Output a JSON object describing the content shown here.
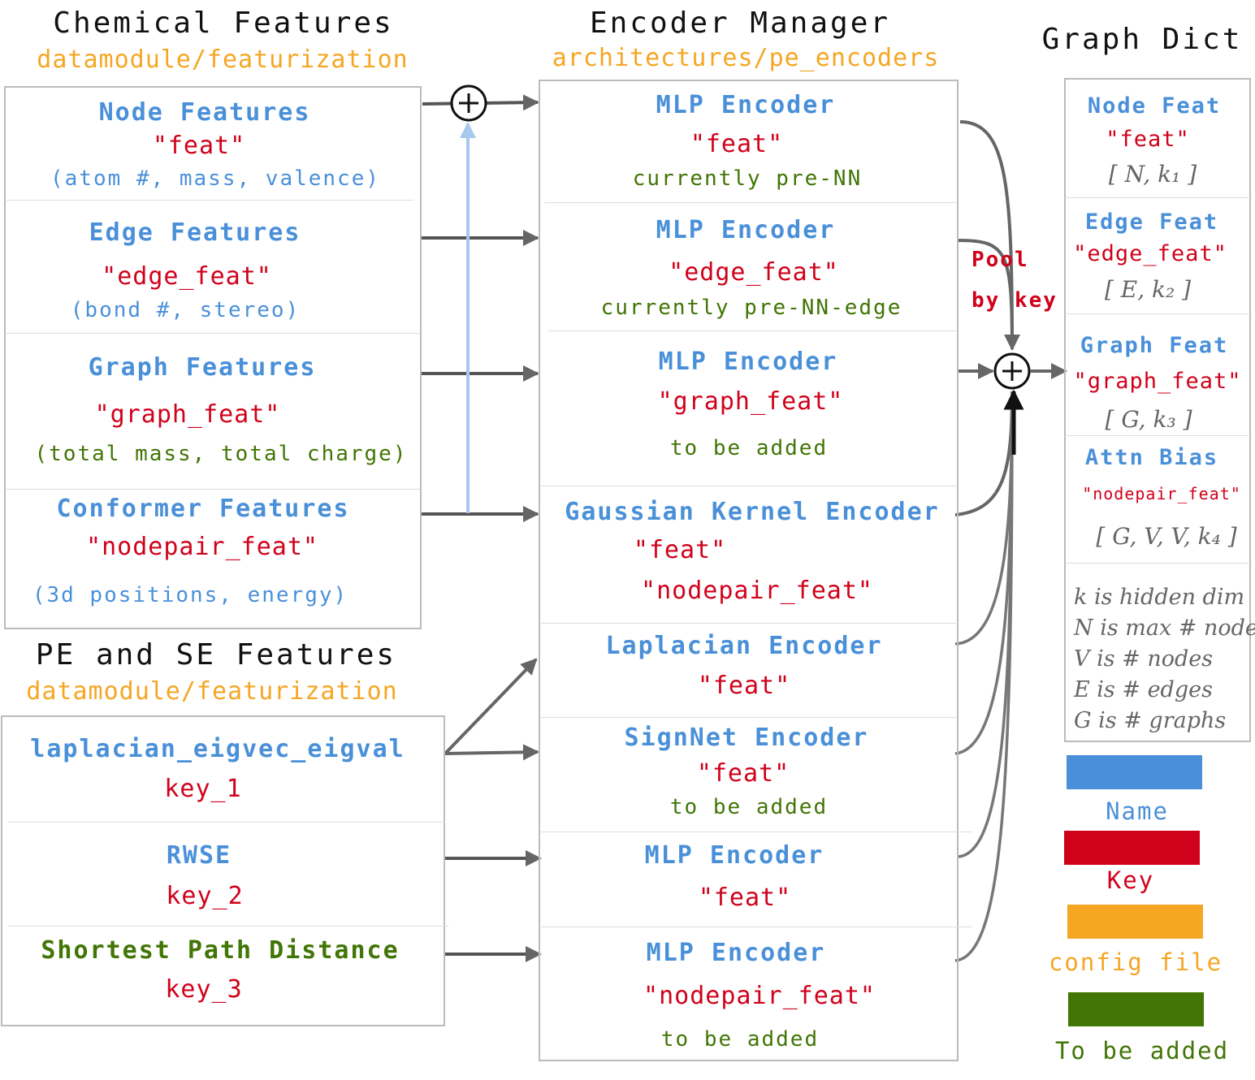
{
  "chemical": {
    "title": "Chemical Features",
    "config": "datamodule/featurization",
    "items": [
      {
        "name": "Node Features",
        "key": "\"feat\"",
        "desc": "(atom #, mass, valence)"
      },
      {
        "name": "Edge Features",
        "key": "\"edge_feat\"",
        "desc": "(bond #, stereo)"
      },
      {
        "name": "Graph Features",
        "key": "\"graph_feat\"",
        "desc": "(total mass, total charge)"
      },
      {
        "name": "Conformer Features",
        "key": "\"nodepair_feat\"",
        "desc": "(3d positions, energy)"
      }
    ]
  },
  "pese": {
    "title": "PE and SE Features",
    "config": "datamodule/featurization",
    "items": [
      {
        "name": "laplacian_eigvec_eigval",
        "key": "key_1"
      },
      {
        "name": "RWSE",
        "key": "key_2"
      },
      {
        "name": "Shortest Path Distance",
        "key": "key_3"
      }
    ]
  },
  "encoder": {
    "title": "Encoder Manager",
    "config": "architectures/pe_encoders",
    "items": [
      {
        "name": "MLP Encoder",
        "key": "\"feat\"",
        "note": "currently pre-NN"
      },
      {
        "name": "MLP Encoder",
        "key": "\"edge_feat\"",
        "note": "currently pre-NN-edge"
      },
      {
        "name": "MLP Encoder",
        "key": "\"graph_feat\"",
        "note": "to be added"
      },
      {
        "name": "Gaussian Kernel Encoder",
        "key": "\"feat\"",
        "key2": "\"nodepair_feat\""
      },
      {
        "name": "Laplacian Encoder",
        "key": "\"feat\""
      },
      {
        "name": "SignNet Encoder",
        "key": "\"feat\"",
        "note": "to be added"
      },
      {
        "name": "MLP Encoder",
        "key": "\"feat\""
      },
      {
        "name": "MLP Encoder",
        "key": "\"nodepair_feat\"",
        "note": "to be added"
      }
    ]
  },
  "pool": {
    "line1": "Pool",
    "line2": "by key",
    "symbol": "+"
  },
  "graphdict": {
    "title": "Graph Dict",
    "items": [
      {
        "name": "Node Feat",
        "key": "\"feat\"",
        "shape": "[ N, k₁ ]"
      },
      {
        "name": "Edge Feat",
        "key": "\"edge_feat\"",
        "shape": "[ E, k₂ ]"
      },
      {
        "name": "Graph Feat",
        "key": "\"graph_feat\"",
        "shape": "[ G, k₃ ]"
      },
      {
        "name": "Attn Bias",
        "key": "\"nodepair_feat\"",
        "shape": "[ G, V, V, k₄ ]"
      }
    ],
    "notes": [
      "k is hidden dim",
      "N is max # nodes",
      "V is # nodes",
      "E is # edges",
      "G is # graphs"
    ]
  },
  "legend": [
    {
      "label": "Name",
      "color": "#4a90d9"
    },
    {
      "label": "Key",
      "color": "#d0021b"
    },
    {
      "label": "config file",
      "color": "#f5a623"
    },
    {
      "label": "To be added",
      "color": "#417505"
    }
  ]
}
